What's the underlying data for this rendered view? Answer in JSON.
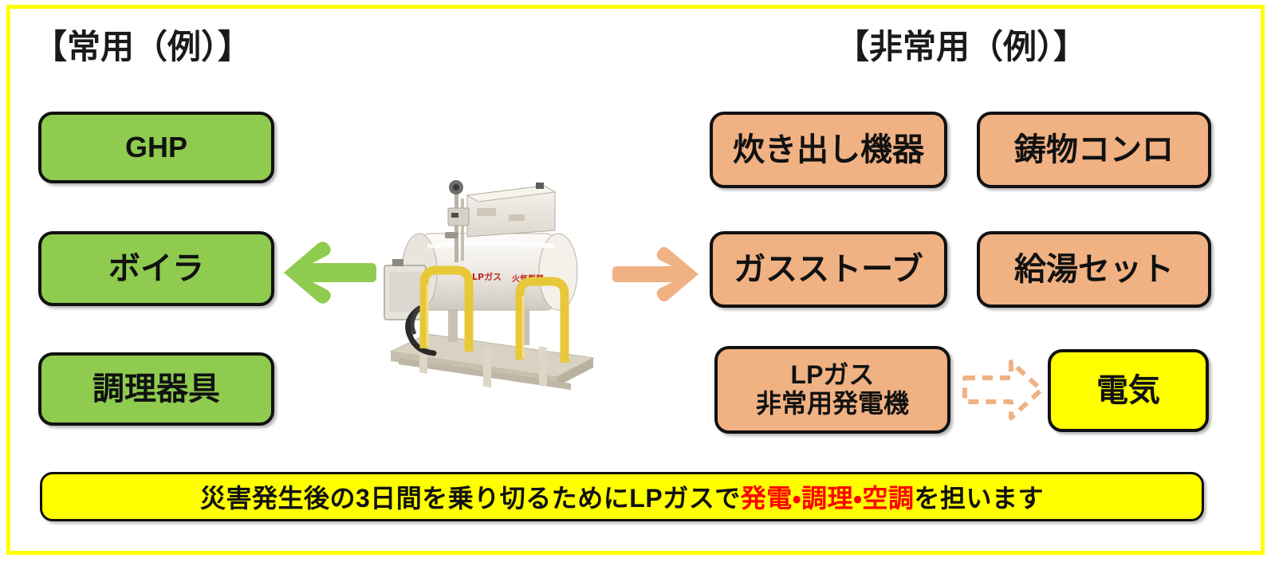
{
  "frame": {
    "border_color": "#ffff00"
  },
  "headings": {
    "left": "【常用（例）】",
    "right": "【非常用（例）】"
  },
  "colors": {
    "green": "#8ECB4F",
    "orange": "#F0B183",
    "yellow": "#FFFF00",
    "border": "#111111",
    "highlight_red": "#ff0000"
  },
  "normal_use": {
    "items": [
      {
        "label": "GHP",
        "color": "#8ECB4F"
      },
      {
        "label": "ボイラ",
        "color": "#8ECB4F"
      },
      {
        "label": "調理器具",
        "color": "#8ECB4F"
      }
    ]
  },
  "emergency_use": {
    "column_a": [
      {
        "label": "炊き出し機器",
        "color": "#F0B183"
      },
      {
        "label": "ガスストーブ",
        "color": "#F0B183"
      }
    ],
    "column_b": [
      {
        "label": "鋳物コンロ",
        "color": "#F0B183"
      },
      {
        "label": "給湯セット",
        "color": "#F0B183"
      }
    ],
    "generator": {
      "line1": "LPガス",
      "line2": "非常用発電機",
      "color": "#F0B183"
    },
    "output": {
      "label": "電気",
      "color": "#FFFF00"
    }
  },
  "arrows": {
    "left": {
      "name": "green-left-arrow",
      "color": "#8ECB4F",
      "direction": "left"
    },
    "right": {
      "name": "orange-right-arrow",
      "color": "#F0B183",
      "direction": "right"
    },
    "dashed": {
      "name": "dashed-right-arrow",
      "color": "#F0B183",
      "direction": "right",
      "style": "dashed"
    }
  },
  "photo": {
    "caption": "LPガス",
    "alt": "LPガスバルク貯槽ユニット"
  },
  "banner": {
    "text_before": "災害発生後の3日間を乗り切るためにLPガスで",
    "text_highlight": "発電・調理・空調",
    "text_after": "を担います",
    "background": "#FFFF00"
  }
}
